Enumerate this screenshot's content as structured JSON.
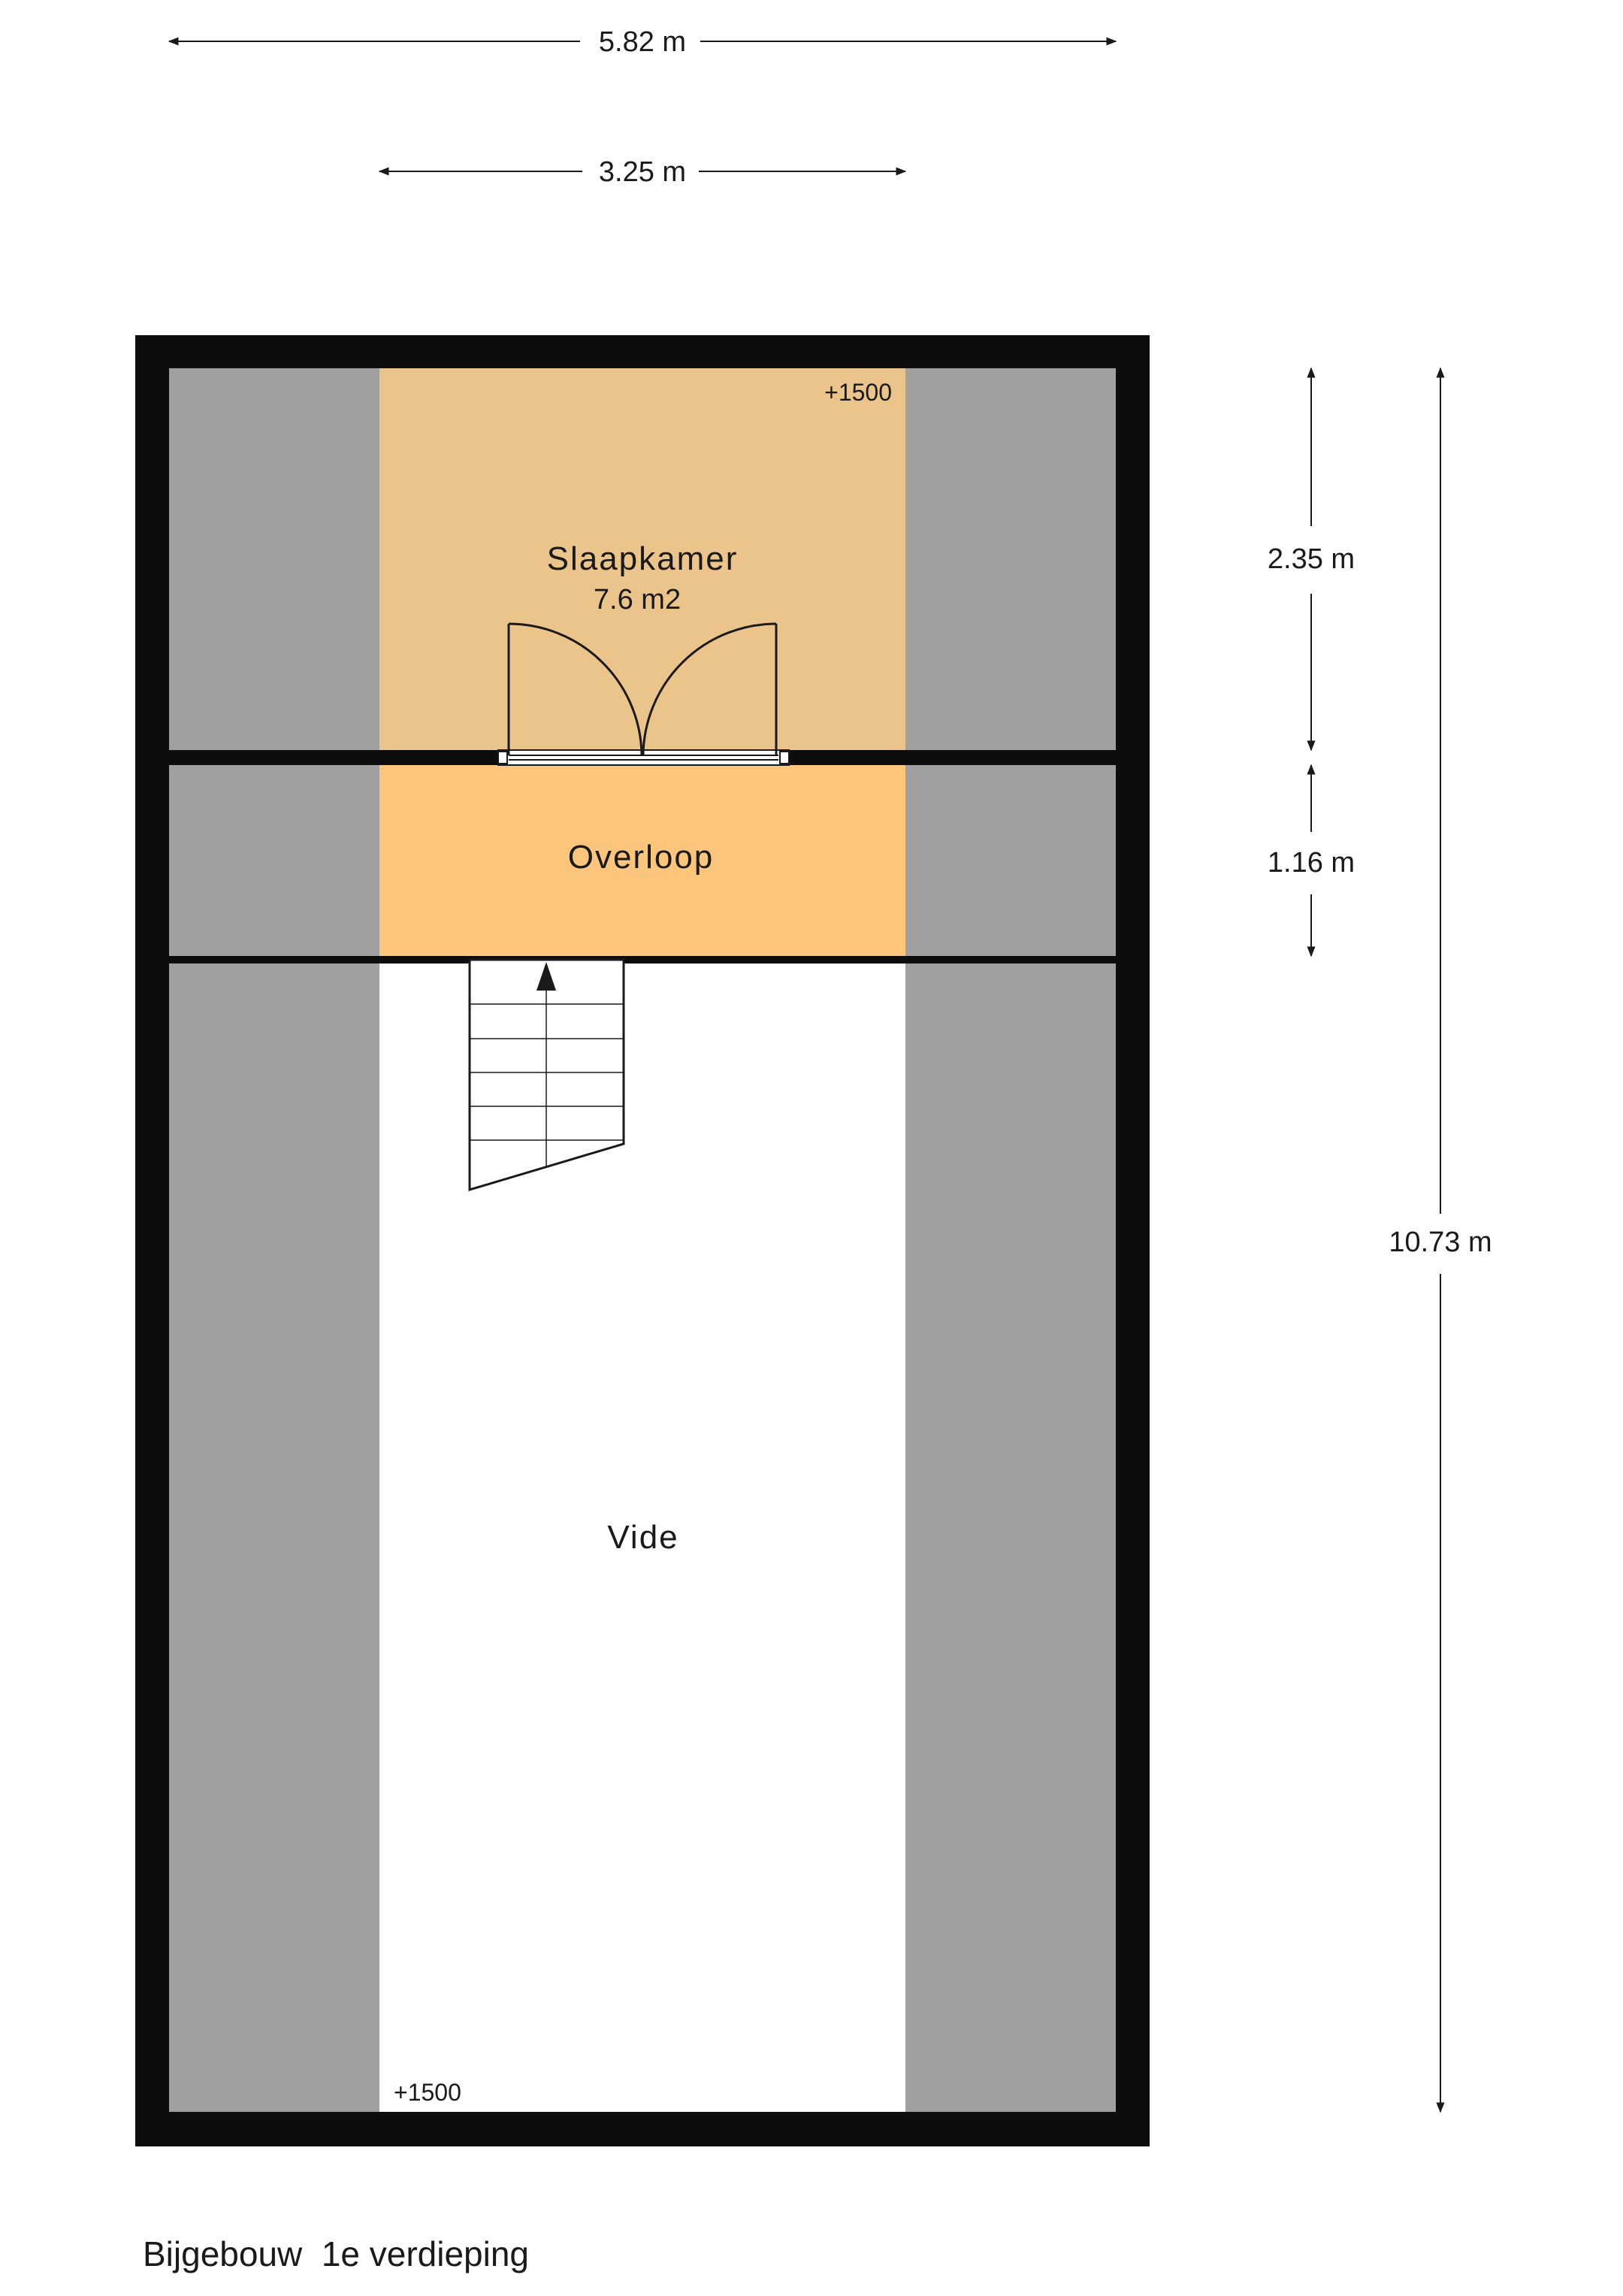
{
  "dimensions": {
    "total_width": "5.82 m",
    "inner_width": "3.25 m",
    "slaapkamer_depth": "2.35 m",
    "overloop_depth": "1.16 m",
    "total_depth": "10.73 m"
  },
  "rooms": {
    "slaapkamer": {
      "name": "Slaapkamer",
      "area": "7.6 m2"
    },
    "overloop": {
      "name": "Overloop"
    },
    "vide": {
      "name": "Vide"
    }
  },
  "levels": {
    "top": "+1500",
    "bottom": "+1500"
  },
  "title": "Bijgebouw  1e verdieping",
  "colors": {
    "wall": "#0d0d0d",
    "slope_zone": "#a0a0a0",
    "slaapkamer_fill": "#ebc48b",
    "overloop_fill": "#fbc67b",
    "vide_fill": "#ffffff"
  }
}
